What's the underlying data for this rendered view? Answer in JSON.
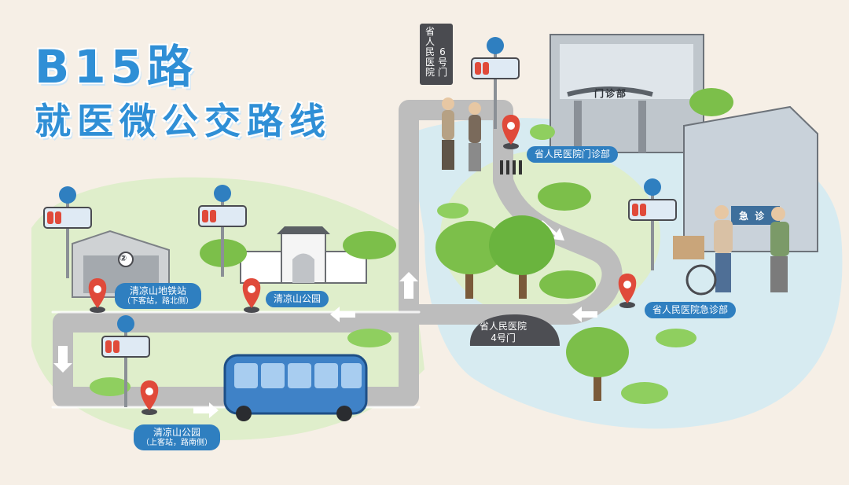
{
  "title": {
    "line1": "B15路",
    "line2": "就医微公交路线"
  },
  "stops": {
    "metro": {
      "name": "清凉山地铁站",
      "note": "（下客站，路北侧）"
    },
    "park_north": {
      "name": "清凉山公园"
    },
    "park_south": {
      "name": "清凉山公园",
      "note": "（上客站，路南侧）"
    },
    "outpatient": {
      "name": "省人民医院门诊部"
    },
    "emergency": {
      "name": "省人民医院急诊部"
    }
  },
  "gates": {
    "gate4": {
      "line1": "省人民医院",
      "line2": "4号门"
    },
    "gate6": {
      "col1": "省人民医院",
      "col2": "6号门"
    }
  },
  "buildings": {
    "outpatient_sign": "门诊部",
    "emergency_sign": "急 诊",
    "metro_marker": "②"
  },
  "colors": {
    "road": "#bdbdbd",
    "accent": "#2f8fd6",
    "pin": "#e04a3a",
    "bus": "#3f82c7"
  },
  "icons": [
    "bus-stop-sign-icon",
    "location-pin-icon",
    "direction-arrow-icon",
    "tree-icon",
    "bus-icon"
  ]
}
